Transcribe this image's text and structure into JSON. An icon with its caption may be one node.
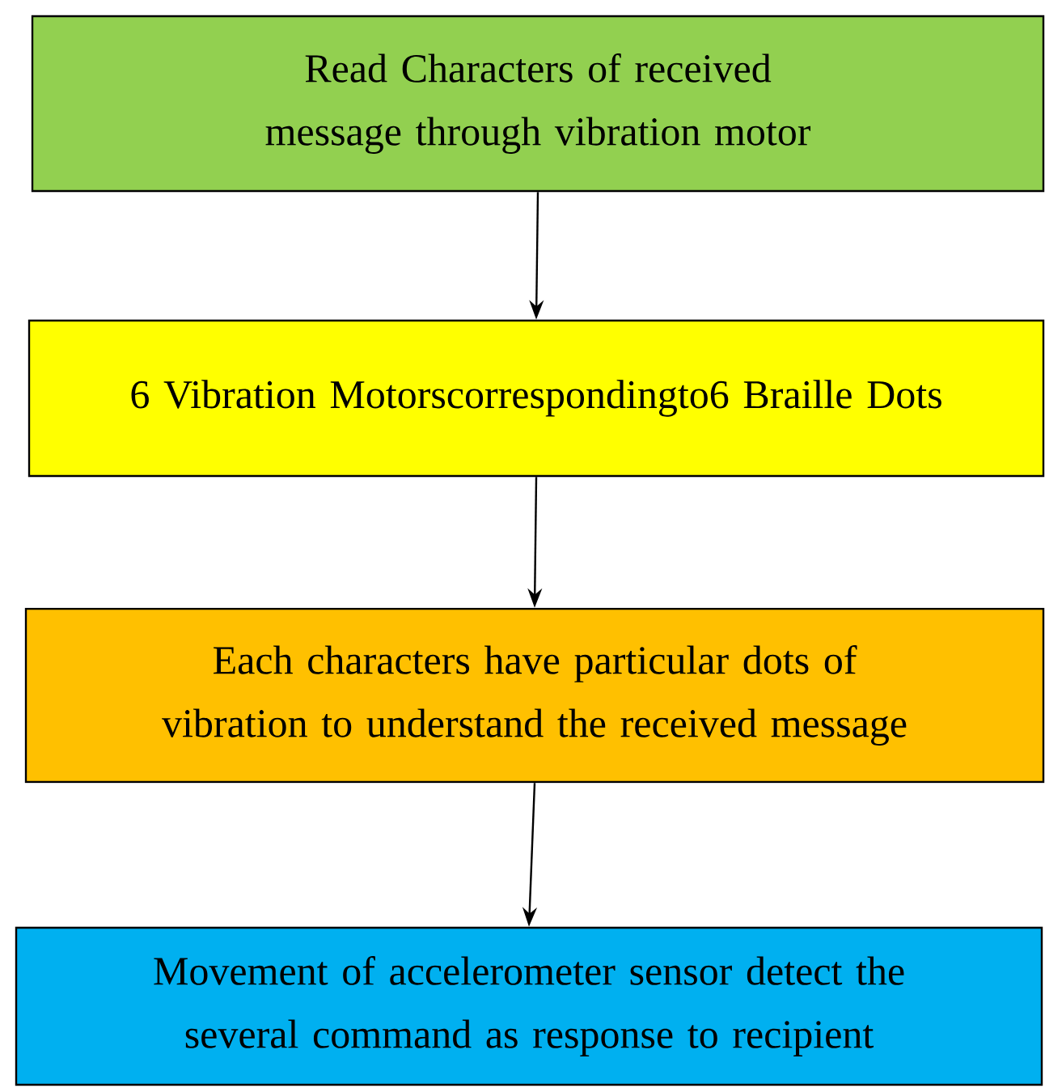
{
  "diagram": {
    "nodes": [
      {
        "text": [
          "Read Characters of received message through vibration motor"
        ]
      },
      {
        "text": [
          "6 Vibration Motorscorrespondingto6 Braille Dots"
        ]
      },
      {
        "text": [
          "Each characters have particular dots of vibration to understand the received message"
        ]
      },
      {
        "text": [
          "Movement of accelerometer sensor detect the several command as response to recipient"
        ]
      }
    ],
    "edges": [
      {
        "from": 0,
        "to": 1,
        "arrow": "to"
      },
      {
        "from": 1,
        "to": 2,
        "arrow": "to"
      },
      {
        "from": 2,
        "to": 3,
        "arrow": "to"
      }
    ]
  }
}
